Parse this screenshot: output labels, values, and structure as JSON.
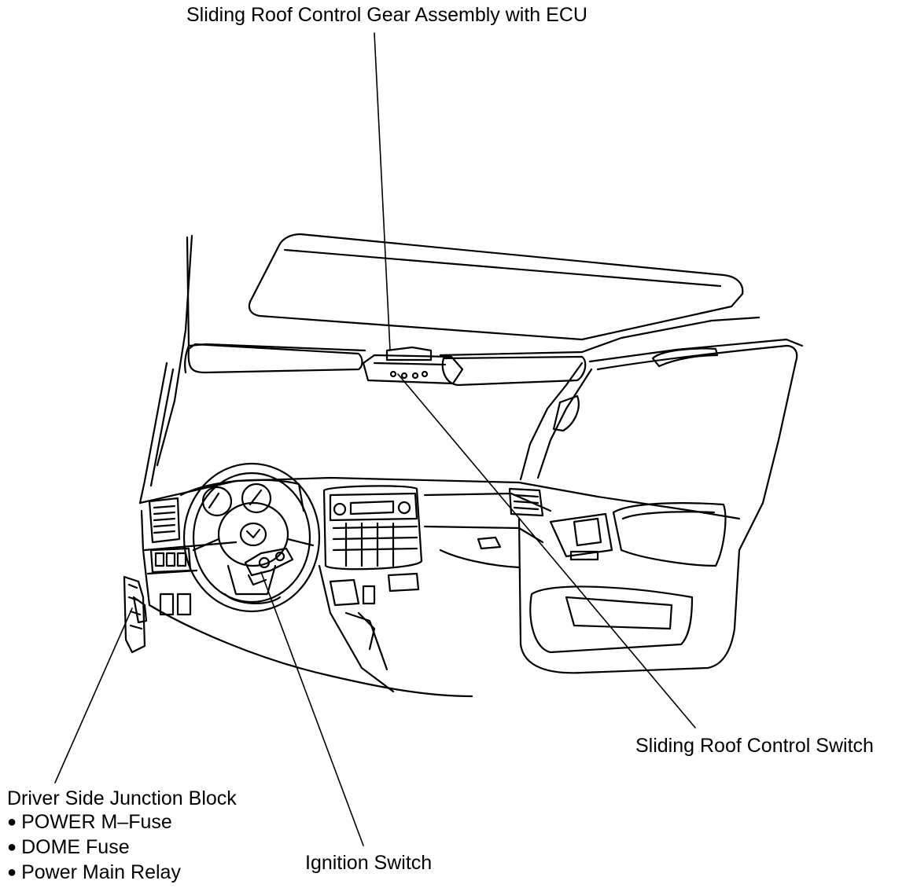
{
  "labels": {
    "gear_ecu": "Sliding Roof Control Gear Assembly with ECU",
    "roof_switch": "Sliding Roof Control Switch",
    "junction_block": "Driver Side Junction Block",
    "junction_items": [
      "POWER M–Fuse",
      "DOME Fuse",
      "Power Main Relay"
    ],
    "ignition": "Ignition Switch"
  },
  "bullet_glyph": "●",
  "colors": {
    "ink": "#000000",
    "paper": "#ffffff"
  }
}
